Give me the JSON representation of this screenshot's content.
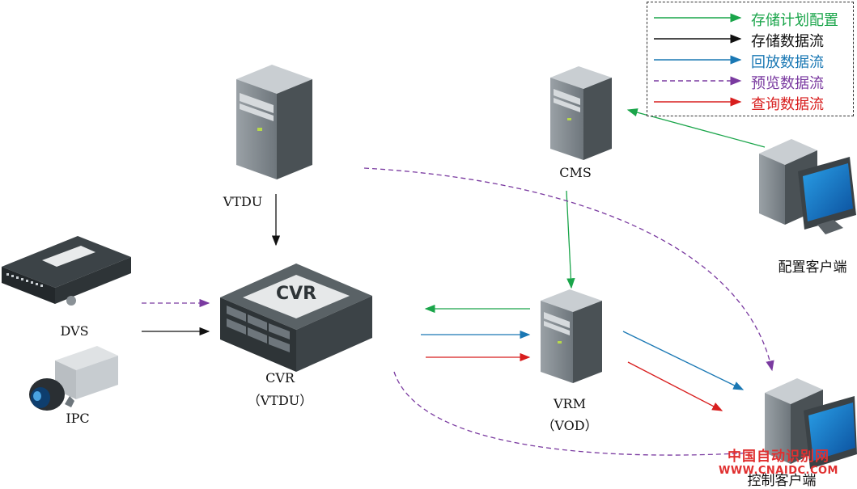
{
  "legend": {
    "items": [
      {
        "label": "存储计划配置",
        "color": "#1aa54a",
        "dashed": false
      },
      {
        "label": "存储数据流",
        "color": "#111111",
        "dashed": false
      },
      {
        "label": "回放数据流",
        "color": "#1a78b4",
        "dashed": false
      },
      {
        "label": "预览数据流",
        "color": "#7a3aa0",
        "dashed": true
      },
      {
        "label": "查询数据流",
        "color": "#d81e1e",
        "dashed": false
      }
    ]
  },
  "nodes": {
    "vtdu": {
      "label": "VTDU"
    },
    "cms": {
      "label": "CMS"
    },
    "config_client": {
      "label": "配置客户端"
    },
    "dvs": {
      "label": "DVS"
    },
    "ipc": {
      "label": "IPC"
    },
    "cvr": {
      "label": "CVR",
      "sub": "（VTDU）",
      "box_text": "CVR"
    },
    "vrm": {
      "label": "VRM",
      "sub": "（VOD）"
    },
    "control_client": {
      "label": "控制客户端"
    }
  },
  "watermark": {
    "cn": "中国自动识别网",
    "url": "WWW.CNAIDC.COM"
  }
}
